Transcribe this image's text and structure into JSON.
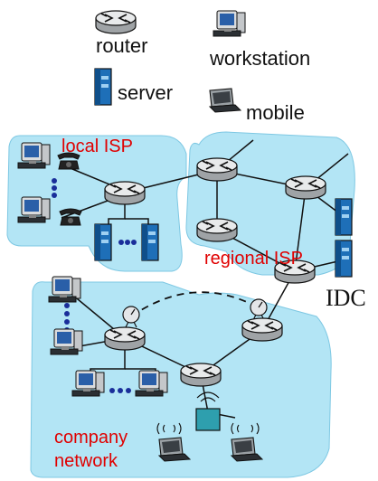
{
  "legend": {
    "router": "router",
    "workstation": "workstation",
    "server": "server",
    "mobile": "mobile"
  },
  "regions": {
    "local_isp": "local ISP",
    "regional_isp": "regional ISP",
    "idc": "IDC",
    "company_network": "company\nnetwork"
  },
  "colors": {
    "region_fill": "#b3e5f5",
    "region_stroke": "#7ec8e3",
    "label_red": "#e00000",
    "router_body": "#cfd2d4",
    "router_top": "#e8eaeb",
    "link": "#111111",
    "server_blue": "#1e6fb8",
    "teal_box": "#2e9fae"
  },
  "icons": {
    "router": "router-icon",
    "workstation": "workstation-icon",
    "server": "server-icon",
    "mobile": "laptop-icon",
    "phone": "telephone-icon",
    "antenna": "satellite-dish-icon",
    "ap": "wireless-ap-icon"
  }
}
